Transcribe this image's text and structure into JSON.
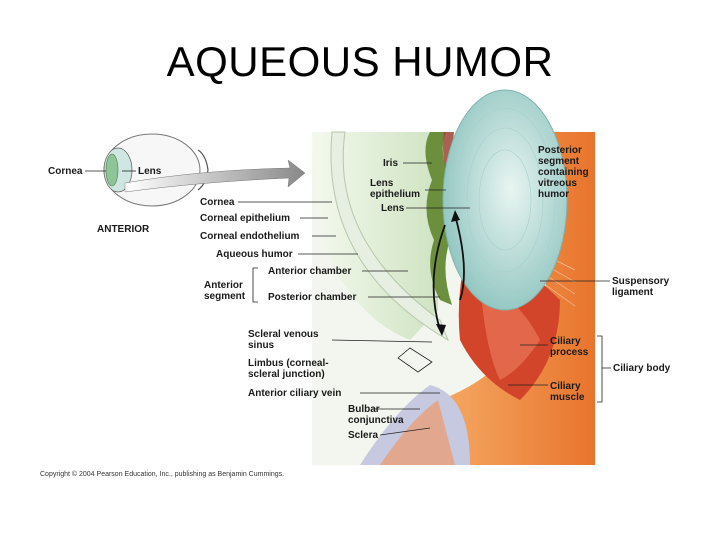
{
  "title": "AQUEOUS HUMOR",
  "labels": {
    "inset_cornea": "Cornea",
    "inset_lens": "Lens",
    "inset_anterior": "ANTERIOR",
    "cornea": "Cornea",
    "corneal_epithelium": "Corneal epithelium",
    "corneal_endothelium": "Corneal endothelium",
    "aqueous_humor": "Aqueous humor",
    "anterior_segment": [
      "Anterior",
      "segment"
    ],
    "anterior_chamber": "Anterior chamber",
    "posterior_chamber": "Posterior chamber",
    "scleral_venous_sinus": [
      "Scleral venous",
      "sinus"
    ],
    "limbus": [
      "Limbus (corneal-",
      "scleral junction)"
    ],
    "anterior_ciliary_vein": "Anterior ciliary vein",
    "bulbar_conjunctiva": [
      "Bulbar",
      "conjunctiva"
    ],
    "sclera": "Sclera",
    "iris": "Iris",
    "lens_epithelium": [
      "Lens",
      "epithelium"
    ],
    "lens": "Lens",
    "posterior_segment": [
      "Posterior",
      "segment",
      "containing",
      "vitreous",
      "humor"
    ],
    "suspensory_ligament": [
      "Suspensory",
      "ligament"
    ],
    "ciliary_process": [
      "Ciliary",
      "process"
    ],
    "ciliary_body": "Ciliary body",
    "ciliary_muscle": [
      "Ciliary",
      "muscle"
    ]
  },
  "copyright": "Copyright © 2004 Pearson Education, Inc., publishing as Benjamin Cummings.",
  "colors": {
    "anterior_chamber": "#dcebd2",
    "lens": "#bfe0dc",
    "ciliary_body": "#d2452a",
    "sclera": "#f28a3a",
    "iris": "#6b8f3c"
  }
}
